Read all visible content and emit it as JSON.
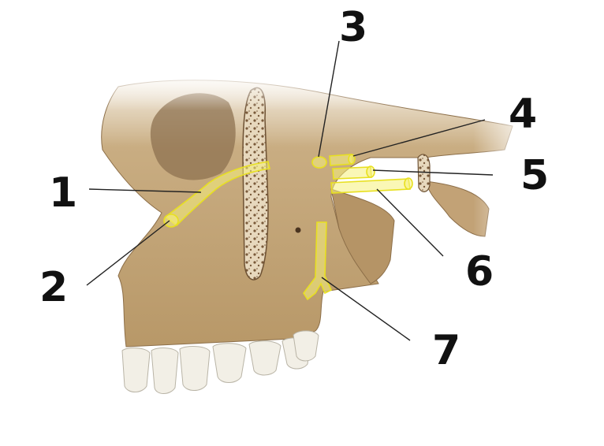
{
  "labels": [
    {
      "id": "1",
      "text": "1"
    },
    {
      "id": "2",
      "text": "2"
    },
    {
      "id": "3",
      "text": "3"
    },
    {
      "id": "4",
      "text": "4"
    },
    {
      "id": "5",
      "text": "5"
    },
    {
      "id": "6",
      "text": "6"
    },
    {
      "id": "7",
      "text": "7"
    }
  ],
  "colors": {
    "bone": "#c9ad82",
    "bone_shadow": "#9a7c55",
    "nerve_fill": "#f6f07a",
    "nerve_stroke": "#e8e020",
    "teeth": "#f2efe6"
  }
}
